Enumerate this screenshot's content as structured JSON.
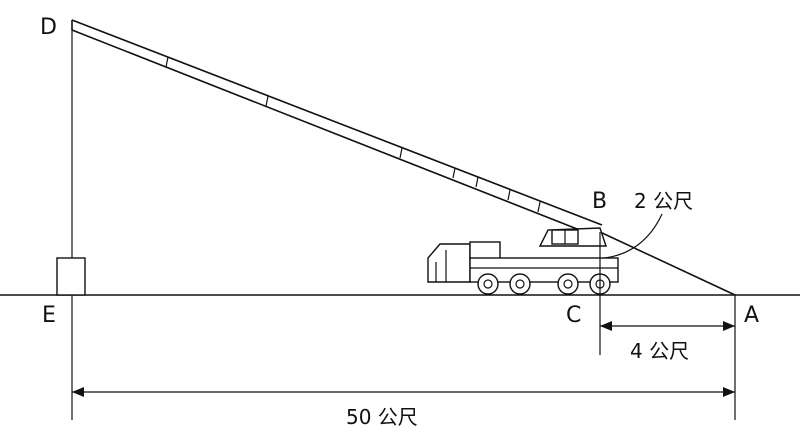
{
  "points": {
    "D": "D",
    "B": "B",
    "E": "E",
    "C": "C",
    "A": "A"
  },
  "annotations": {
    "bc_height": "2 公尺",
    "ca_distance": "4 公尺",
    "ea_distance": "50 公尺"
  }
}
